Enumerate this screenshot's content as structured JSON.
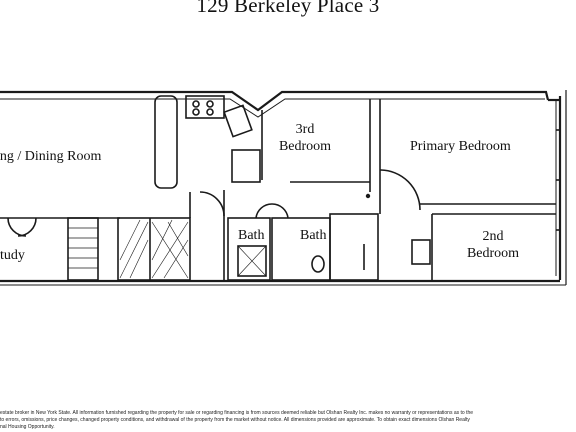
{
  "title": "129 Berkeley Place 3",
  "rooms": {
    "living": "ing / Dining Room",
    "third_bedroom_line1": "3rd",
    "third_bedroom_line2": "Bedroom",
    "primary_bedroom": "Primary Bedroom",
    "bath_left": "Bath",
    "bath_right": "Bath",
    "second_bedroom_line1": "2nd",
    "second_bedroom_line2": "Bedroom",
    "study": "tudy"
  },
  "disclaimer": {
    "line1": "estate broker in New York State. All information furnished regarding the property for sale or regarding financing is from sources deemed reliable but Olshan Realty Inc. makes no warranty or representations as to the",
    "line2": "to errors, omissions, price changes, changed property conditions, and withdrawal of the property from the market without notice. All dimensions provided are approximate. To obtain exact dimensions Olshan Realty",
    "line3": "nal Housing Opportunity."
  }
}
